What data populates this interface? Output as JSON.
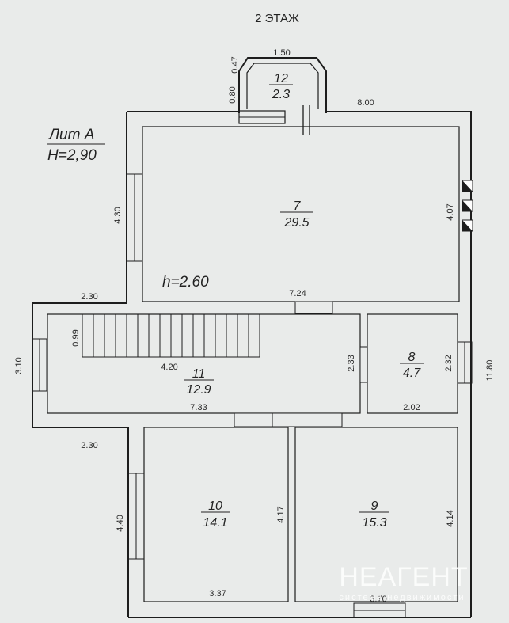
{
  "floor_title": "2 ЭТАЖ",
  "lit_label": "Лит А",
  "height_label": "Н=2,90",
  "room7_height": "h=2.60",
  "rooms": [
    {
      "number": "12",
      "area": "2.3"
    },
    {
      "number": "7",
      "area": "29.5"
    },
    {
      "number": "11",
      "area": "12.9"
    },
    {
      "number": "8",
      "area": "4.7"
    },
    {
      "number": "10",
      "area": "14.1"
    },
    {
      "number": "9",
      "area": "15.3"
    }
  ],
  "dimensions": {
    "d_150": "1.50",
    "d_047": "0.47",
    "d_080": "0.80",
    "d_800": "8.00",
    "d_430": "4.30",
    "d_407": "4.07",
    "d_230_top": "2.30",
    "d_724": "7.24",
    "d_099": "0.99",
    "d_310": "3.10",
    "d_420": "4.20",
    "d_233": "2.33",
    "d_232": "2.32",
    "d_1180": "11.80",
    "d_733": "7.33",
    "d_202": "2.02",
    "d_230_bottom": "2.30",
    "d_440": "4.40",
    "d_417": "4.17",
    "d_414": "4.14",
    "d_337": "3.37",
    "d_370": "3.70"
  },
  "watermark": {
    "brand": "НЕАГЕНТ",
    "tagline": "система недвижимости"
  }
}
